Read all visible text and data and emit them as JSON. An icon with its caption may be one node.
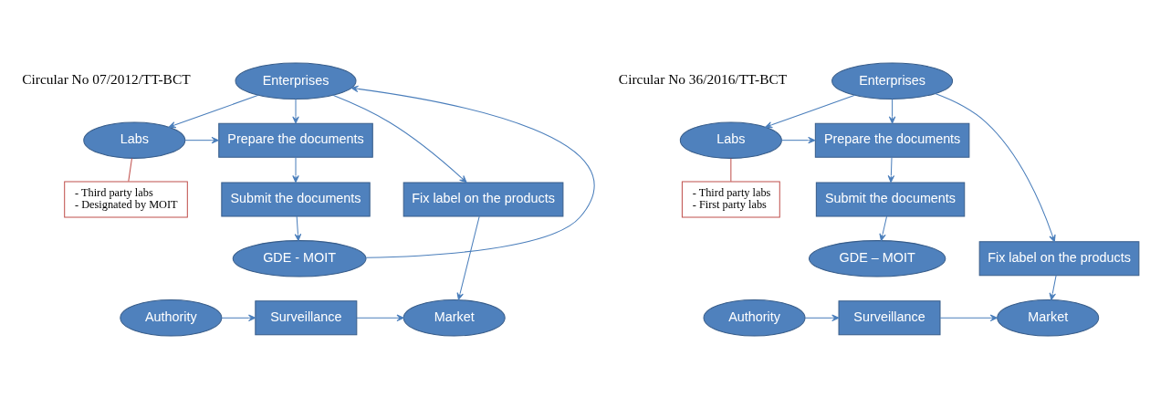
{
  "diagram": {
    "nodes": [
      {
        "text": [
          "Enterprises"
        ]
      },
      {
        "text": [
          "Labs"
        ]
      },
      {
        "text": [
          "Prepare the documents"
        ]
      },
      {
        "text": [
          "- Third party labs",
          "- Designated by MOIT"
        ]
      },
      {
        "text": [
          "Submit the documents"
        ]
      },
      {
        "text": [
          "GDE - MOIT"
        ]
      },
      {
        "text": [
          "Fix label on the products"
        ]
      },
      {
        "text": [
          "Authority"
        ]
      },
      {
        "text": [
          "Surveillance"
        ]
      },
      {
        "text": [
          "Market"
        ]
      },
      {
        "text": [
          "Enterprises"
        ]
      },
      {
        "text": [
          "Labs"
        ]
      },
      {
        "text": [
          "Prepare the documents"
        ]
      },
      {
        "text": [
          "- Third party labs",
          "- First party labs"
        ]
      },
      {
        "text": [
          "Submit the documents"
        ]
      },
      {
        "text": [
          "GDE – MOIT"
        ]
      },
      {
        "text": [
          "Fix label on the products"
        ]
      },
      {
        "text": [
          "Authority"
        ]
      },
      {
        "text": [
          "Surveillance"
        ]
      },
      {
        "text": [
          "Market"
        ]
      }
    ],
    "edges": [
      {
        "from": 0,
        "to": 1,
        "arrow": "to"
      },
      {
        "from": 0,
        "to": 2,
        "arrow": "to"
      },
      {
        "from": 0,
        "to": 6,
        "arrow": "to"
      },
      {
        "from": 1,
        "to": 2,
        "arrow": "to"
      },
      {
        "from": 1,
        "to": 3,
        "arrow": "none",
        "color": "#c0504d"
      },
      {
        "from": 2,
        "to": 4,
        "arrow": "to"
      },
      {
        "from": 4,
        "to": 5,
        "arrow": "to"
      },
      {
        "from": 5,
        "to": 0,
        "arrow": "to"
      },
      {
        "from": 6,
        "to": 9,
        "arrow": "to"
      },
      {
        "from": 7,
        "to": 8,
        "arrow": "to"
      },
      {
        "from": 8,
        "to": 9,
        "arrow": "to"
      },
      {
        "from": 10,
        "to": 11,
        "arrow": "to"
      },
      {
        "from": 10,
        "to": 12,
        "arrow": "to"
      },
      {
        "from": 10,
        "to": 16,
        "arrow": "to"
      },
      {
        "from": 11,
        "to": 12,
        "arrow": "to"
      },
      {
        "from": 11,
        "to": 13,
        "arrow": "none",
        "color": "#c0504d"
      },
      {
        "from": 12,
        "to": 14,
        "arrow": "to"
      },
      {
        "from": 14,
        "to": 15,
        "arrow": "to"
      },
      {
        "from": 16,
        "to": 19,
        "arrow": "to"
      },
      {
        "from": 17,
        "to": 18,
        "arrow": "to"
      },
      {
        "from": 18,
        "to": 19,
        "arrow": "to"
      }
    ],
    "labels": [
      "Circular No 07/2012/TT-BCT",
      "Circular No 36/2016/TT-BCT"
    ]
  }
}
